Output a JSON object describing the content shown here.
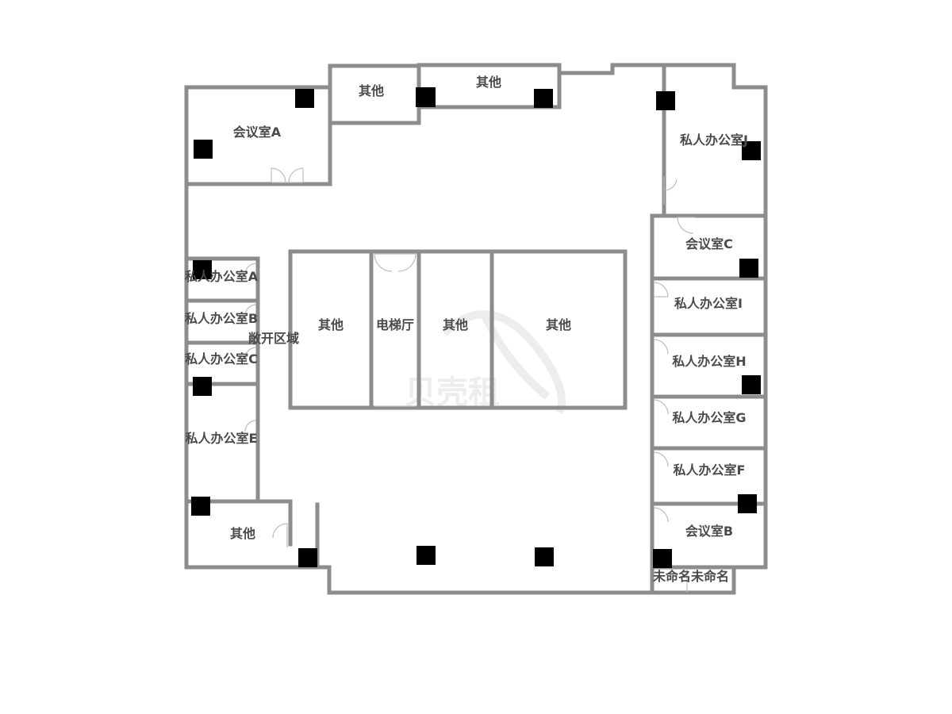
{
  "rooms": {
    "meeting_a": "会议室A",
    "other_top_1": "其他",
    "other_top_2": "其他",
    "office_j": "私人办公室J",
    "meeting_c": "会议室C",
    "office_i": "私人办公室I",
    "office_h": "私人办公室H",
    "office_g": "私人办公室G",
    "office_f": "私人办公室F",
    "meeting_b": "会议室B",
    "unnamed": "未命名未命名",
    "office_a": "私人办公室A",
    "office_b": "私人办公室B",
    "open_area": "敞开区域",
    "office_c": "私人办公室C",
    "office_e": "私人办公室E",
    "other_bottom_left": "其他",
    "core_other_1": "其他",
    "elevator_hall": "电梯厅",
    "core_other_2": "其他",
    "core_other_3": "其他"
  },
  "watermark": {
    "text": "贝壳租"
  },
  "colors": {
    "wall": "#8c8c8c",
    "pillar": "#000000",
    "label": "#4a4a4a",
    "background": "#ffffff"
  }
}
